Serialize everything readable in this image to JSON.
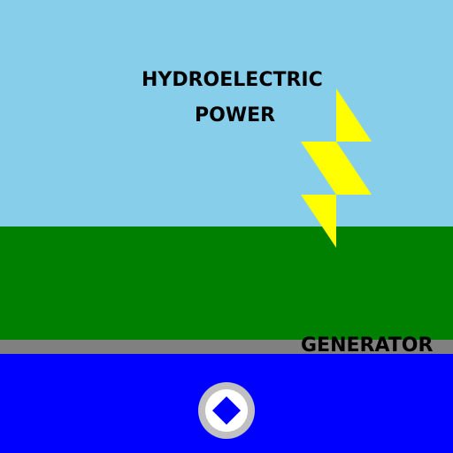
{
  "scene": {
    "title_line1": "HYDROELECTRIC",
    "title_line2": "POWER",
    "generator_label": "GENERATOR"
  },
  "colors": {
    "sky": "#87CEEB",
    "land": "#008000",
    "road": "#808080",
    "water": "#0000FF",
    "bolt": "#FFFF00",
    "turbine_ring": "#C0C0C0",
    "turbine_face": "#FFFFFF",
    "turbine_core": "#0000FF"
  },
  "icons": {
    "bolt": "lightning-bolt-icon",
    "turbine": "turbine-icon"
  }
}
